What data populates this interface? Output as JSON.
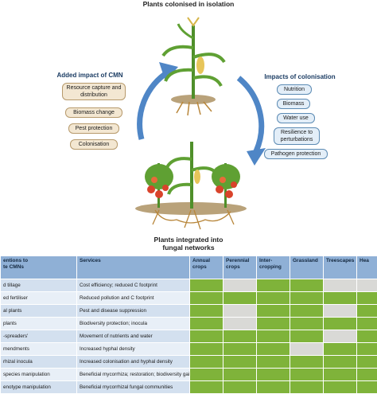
{
  "diagram": {
    "top_title": "Plants colonised in isolation",
    "bottom_title_line1": "Plants integrated into",
    "bottom_title_line2": "fungal networks",
    "left_panel": {
      "heading": "Added impact of CMN",
      "items": [
        "Resource capture and distribution",
        "Biomass change",
        "Pest protection",
        "Colonisation"
      ]
    },
    "right_panel": {
      "heading": "Impacts of colonisation",
      "items": [
        "Nutrition",
        "Biomass",
        "Water use",
        "Resilience to perturbations",
        "Pathogen protection"
      ]
    }
  },
  "table": {
    "headers": [
      "entions to\nte CMNs",
      "Services",
      "Annual crops",
      "Perennial crops",
      "Inter-cropping",
      "Grassland",
      "Treescapes",
      "Hea"
    ],
    "rows": [
      {
        "intervention": "d tillage",
        "service": "Cost efficiency; reduced C footprint",
        "marks": [
          1,
          0,
          1,
          1,
          0,
          0
        ]
      },
      {
        "intervention": "ed fertiliser",
        "service": "Reduced pollution and C footprint",
        "marks": [
          1,
          1,
          1,
          1,
          1,
          1
        ]
      },
      {
        "intervention": "al plants",
        "service": "Pest and disease suppression",
        "marks": [
          1,
          0,
          1,
          1,
          0,
          1
        ]
      },
      {
        "intervention": "plants",
        "service": "Biodiversity protection; inocula",
        "marks": [
          1,
          0,
          1,
          1,
          1,
          1
        ]
      },
      {
        "intervention": "-spreaders'",
        "service": "Movement of nutrients and water",
        "marks": [
          1,
          1,
          1,
          1,
          0,
          1
        ]
      },
      {
        "intervention": "mendments",
        "service": "Increased hyphal density",
        "marks": [
          1,
          1,
          1,
          0,
          1,
          1
        ]
      },
      {
        "intervention": "rhizal inocula",
        "service": "Increased colonisation and hyphal density",
        "marks": [
          1,
          1,
          1,
          1,
          1,
          1
        ]
      },
      {
        "intervention": "species manipulation",
        "service": "Beneficial mycorrhiza; restoration; biodiversity gain",
        "marks": [
          1,
          1,
          1,
          1,
          1,
          1
        ]
      },
      {
        "intervention": "enotype manipulation",
        "service": "Beneficial mycorrhizal fungal communities",
        "marks": [
          1,
          1,
          1,
          1,
          1,
          1
        ]
      }
    ]
  },
  "colors": {
    "on": "#7fb33a",
    "off": "#d9d9d6",
    "arrow": "#4f86c6",
    "header": "#8fb0d6"
  }
}
